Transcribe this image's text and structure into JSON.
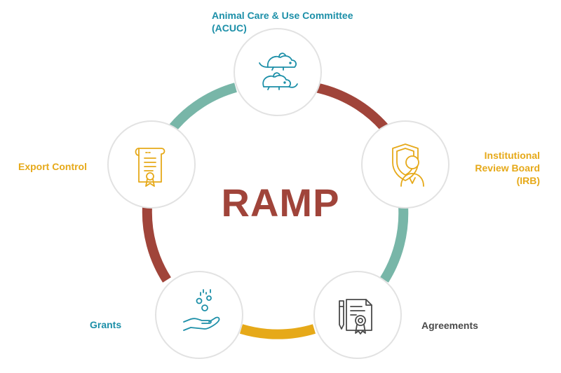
{
  "center": {
    "title": "RAMP",
    "color": "#a0443a"
  },
  "colors": {
    "teal": "#78b6a8",
    "rust": "#a0443a",
    "gold": "#e6a919",
    "blue": "#1c8fa8",
    "gray": "#4a4a4a",
    "node_border": "#e2e2e2"
  },
  "nodes": {
    "acuc": {
      "line1": "Animal Care & Use Committee",
      "line2": "(ACUC)",
      "icon": "mice-icon",
      "color": "#1c8fa8"
    },
    "irb": {
      "line1": "Institutional",
      "line2": "Review Board",
      "line3": "(IRB)",
      "icon": "shield-person-icon",
      "color": "#e6a919"
    },
    "agreements": {
      "label": "Agreements",
      "icon": "contract-seal-icon",
      "color": "#4a4a4a"
    },
    "grants": {
      "label": "Grants",
      "icon": "hand-coins-icon",
      "color": "#1c8fa8"
    },
    "export": {
      "label": "Export Control",
      "icon": "certificate-scroll-icon",
      "color": "#e6a919"
    }
  }
}
